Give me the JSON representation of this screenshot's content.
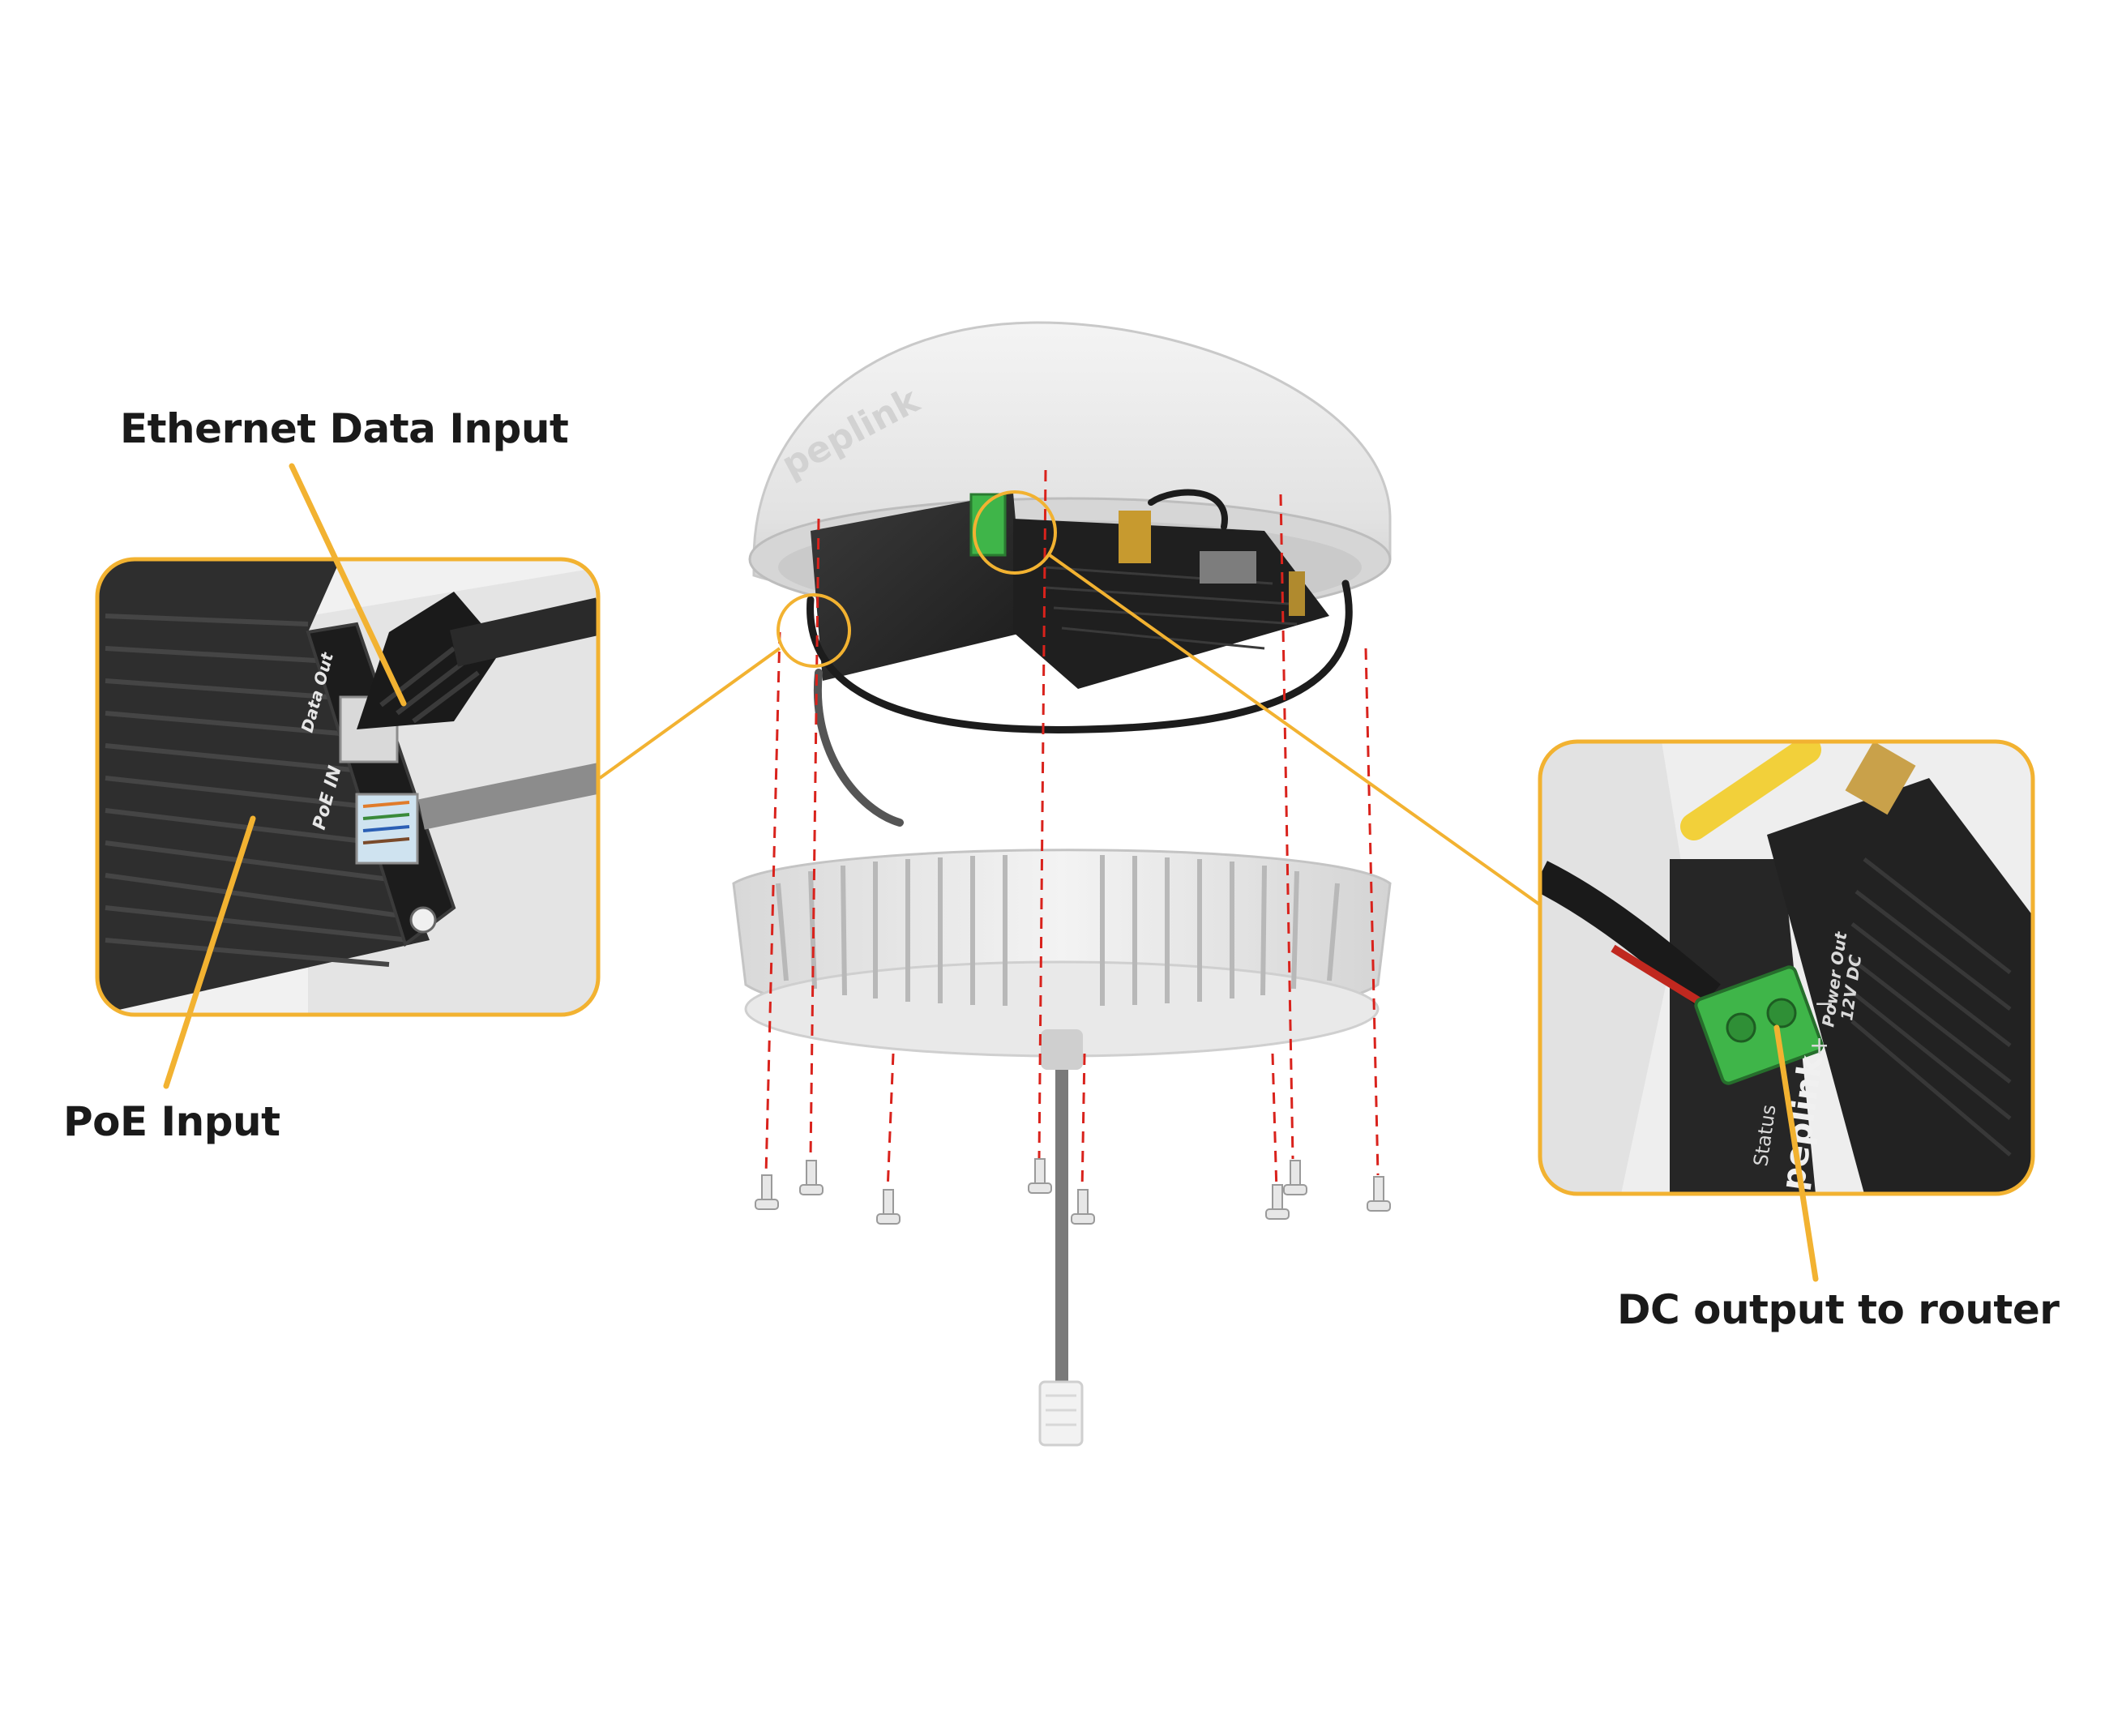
{
  "labels": {
    "ethernet_data_input": "Ethernet Data Input",
    "poe_input": "PoE Input",
    "dc_output": "DC output to router"
  },
  "device_markings": {
    "brand": "peplink",
    "poe_port": "PoE IN",
    "data_port": "Data Out",
    "dc_label_line1": "12V DC",
    "dc_label_line2": "Power Out",
    "dc_minus": "−",
    "dc_plus": "+",
    "status": "Status"
  },
  "colors": {
    "callout_accent": "#F2B231",
    "assembly_guide": "#D9221C",
    "terminal_green": "#3FB549",
    "housing_white": "#E9E9E9",
    "module_black": "#2B2B2B"
  }
}
